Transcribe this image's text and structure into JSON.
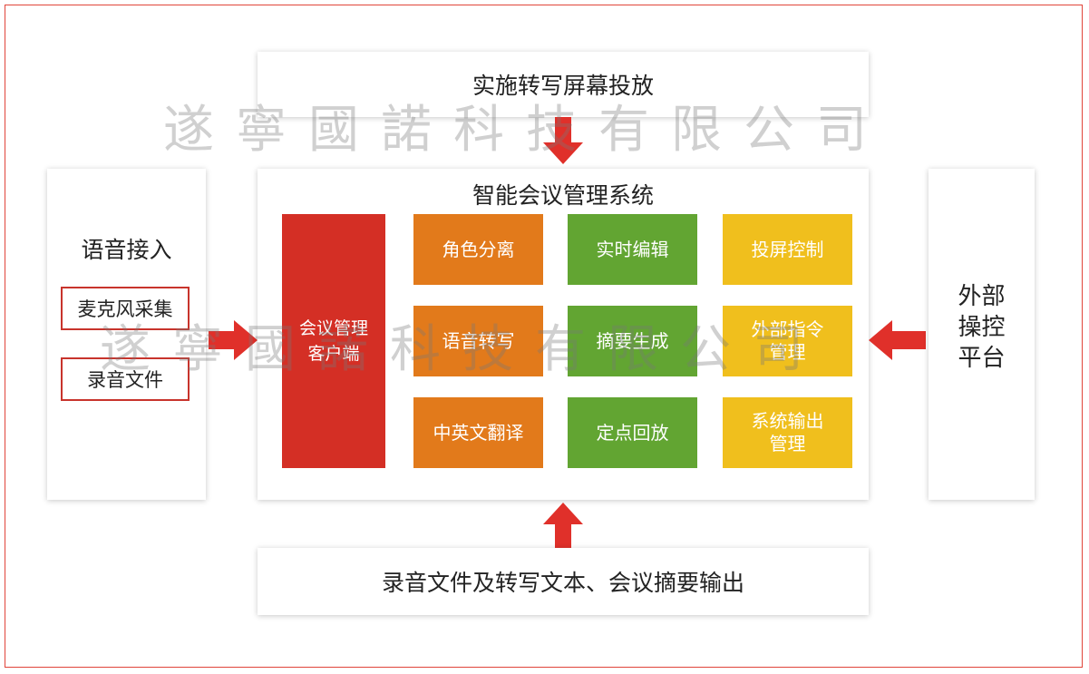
{
  "top_box": {
    "label": "实施转写屏幕投放"
  },
  "bottom_box": {
    "label": "录音文件及转写文本、会议摘要输出"
  },
  "left_panel": {
    "title": "语音接入",
    "items": [
      "麦克风采集",
      "录音文件"
    ]
  },
  "right_panel": {
    "title_lines": [
      "外部",
      "操控",
      "平台"
    ]
  },
  "center_panel": {
    "title": "智能会议管理系统",
    "client_lines": [
      "会议管理",
      "客户端"
    ],
    "modules": [
      {
        "lines": [
          "角色分离"
        ]
      },
      {
        "lines": [
          "实时编辑"
        ]
      },
      {
        "lines": [
          "投屏控制"
        ]
      },
      {
        "lines": [
          "语音转写"
        ]
      },
      {
        "lines": [
          "摘要生成"
        ]
      },
      {
        "lines": [
          "外部指令",
          "管理"
        ]
      },
      {
        "lines": [
          "中英文翻译"
        ]
      },
      {
        "lines": [
          "定点回放"
        ]
      },
      {
        "lines": [
          "系统输出",
          "管理"
        ]
      }
    ]
  },
  "watermark": {
    "text": "遂寧國諾科技有限公司"
  },
  "colors": {
    "client": "#d42f25",
    "orange": "#e27a1b",
    "green": "#62a532",
    "yellow": "#f0bf1d",
    "arrow": "#e0302a",
    "border": "#e0453a"
  }
}
